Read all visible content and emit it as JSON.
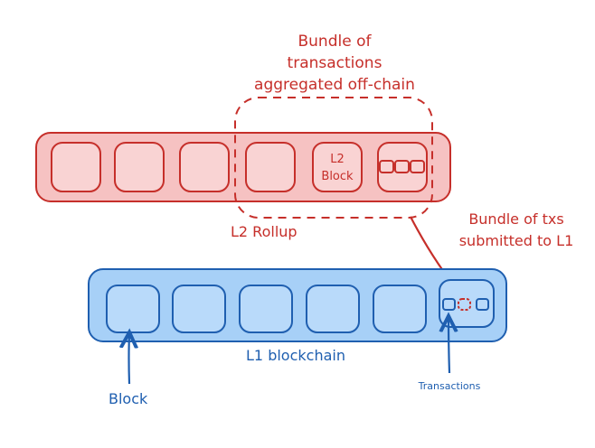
{
  "annotations": {
    "bundle_offchain": [
      "Bundle of",
      "transactions",
      "aggregated off-chain"
    ],
    "l2_rollup": "L2 Rollup",
    "bundle_submitted": [
      "Bundle of txs",
      "submitted to L1"
    ],
    "l1_blockchain": "L1 blockchain",
    "block": "Block",
    "transactions": "Transactions"
  },
  "l2_block_label": [
    "L2",
    "Block"
  ],
  "colors": {
    "red_stroke": "#c62f2a",
    "red_fill": "#f6c2c2",
    "red_inner_fill": "#f9d3d3",
    "blue_stroke": "#1f5fb0",
    "blue_fill": "#a7d0f7",
    "blue_inner_fill": "#b9dafa"
  }
}
